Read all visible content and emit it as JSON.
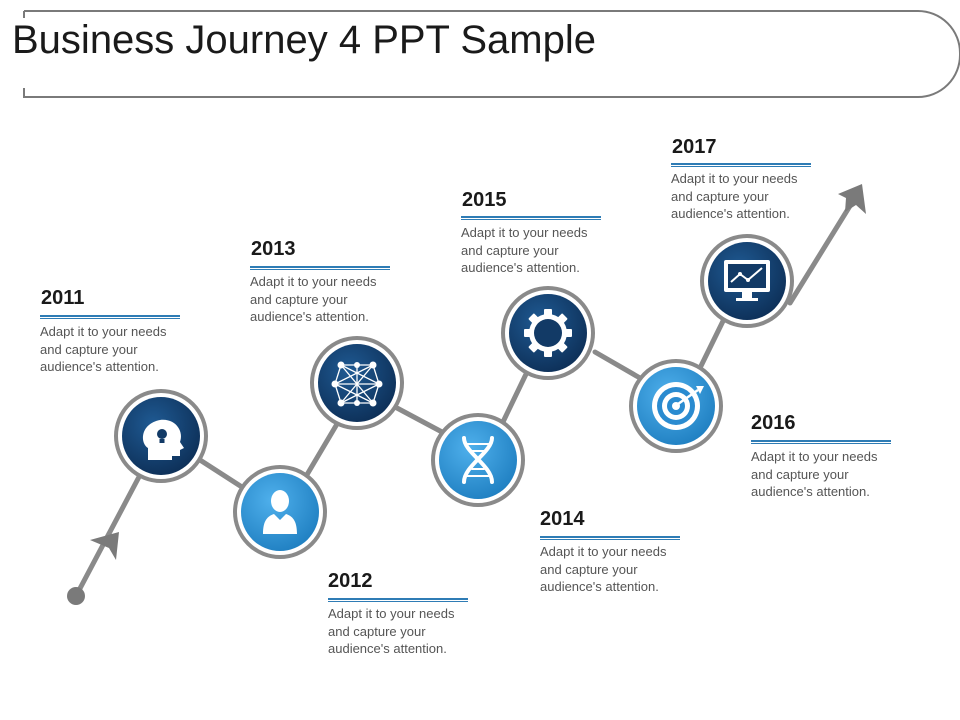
{
  "title": "Business Journey 4 PPT Sample",
  "colors": {
    "dark_blue": "#123a66",
    "light_blue": "#2c92d4",
    "gray": "#8a8a8a"
  },
  "milestones": [
    {
      "year": "2011",
      "text": "Adapt it to your needs and capture your audience's attention.",
      "icon": "head-lightbulb-icon",
      "color": "dark"
    },
    {
      "year": "2012",
      "text": "Adapt it to your needs and capture your audience's attention.",
      "icon": "user-icon",
      "color": "light"
    },
    {
      "year": "2013",
      "text": "Adapt it to your needs and capture your audience's attention.",
      "icon": "network-icon",
      "color": "dark"
    },
    {
      "year": "2014",
      "text": "Adapt it to your needs and capture your audience's attention.",
      "icon": "dna-icon",
      "color": "light"
    },
    {
      "year": "2015",
      "text": "Adapt it to your needs and capture your audience's attention.",
      "icon": "gear-icon",
      "color": "dark"
    },
    {
      "year": "2016",
      "text": "Adapt it to your needs and capture your audience's attention.",
      "icon": "target-icon",
      "color": "light"
    },
    {
      "year": "2017",
      "text": "Adapt it to your needs and capture your audience's attention.",
      "icon": "monitor-chart-icon",
      "color": "dark"
    }
  ]
}
